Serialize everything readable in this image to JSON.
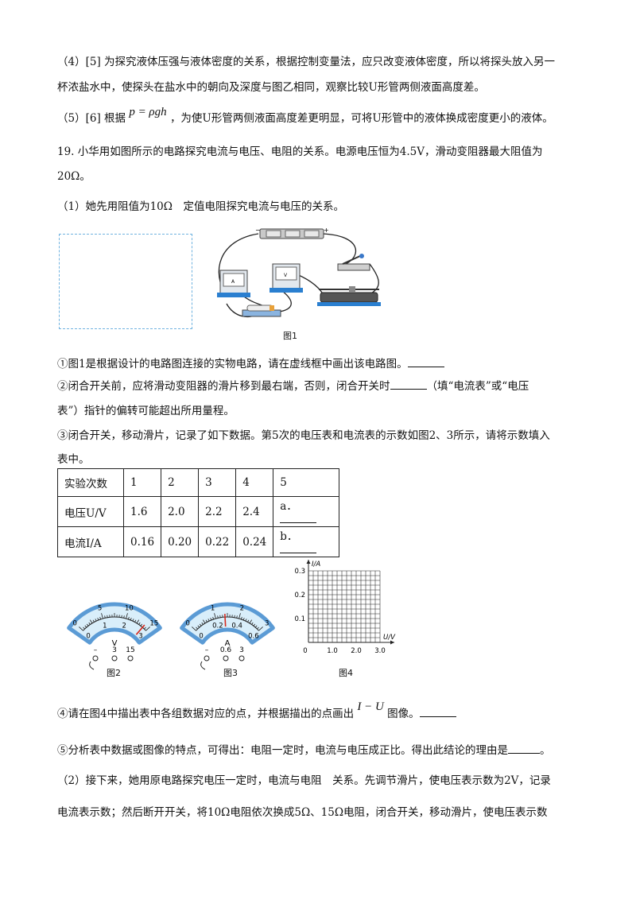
{
  "para4": {
    "l1": "（4）[5] 为探究液体压强与液体密度的关系，根据控制变量法，应只改变液体密度，所以将探头放入另一",
    "l2": "杯浓盐水中，使探头在盐水中的朝向及深度与图乙相同，观察比较U形管两侧液面高度差。"
  },
  "para5": {
    "pre": "（5）[6] 根据",
    "formula": "p = ρgh",
    "post": "，为使U形管两侧液面高度差更明显，可将U形管中的液体换成密度更小的液体。"
  },
  "q19": {
    "l1": "19. 小华用如图所示的电路探究电流与电压、电阻的关系。电源电压恒为4.5V，滑动变阻器最大阻值为",
    "l2": "20Ω。"
  },
  "sub1": "（1）她先用阻值为10Ω　定值电阻探究电流与电压的关系。",
  "fig1_caption": "图1",
  "item1": "①图1是根据设计的电路图连接的实物电路，请在虚线框中画出该电路图。",
  "item2": {
    "l1a": "②闭合开关前，应将滑动变阻器的滑片移到最右端，否则，闭合开关时",
    "l1b": "（填“电流表”或“电压",
    "l2": "表”）指针的偏转可能超出所用量程。"
  },
  "item3": {
    "l1": "③闭合开关，移动滑片，记录了如下数据。第5次的电压表和电流表的示数如图2、3所示，请将示数填入",
    "l2": "表中。"
  },
  "table": {
    "header": [
      "实验次数",
      "1",
      "2",
      "3",
      "4",
      "5"
    ],
    "row_u": {
      "label": "电压U/V",
      "values": [
        "1.6",
        "2.0",
        "2.2",
        "2.4"
      ],
      "blank_label": "a．"
    },
    "row_i": {
      "label": "电流I/A",
      "values": [
        "0.16",
        "0.20",
        "0.22",
        "0.24"
      ],
      "blank_label": "b．"
    }
  },
  "fig2": {
    "caption": "图2",
    "outer_ticks": [
      "0",
      "5",
      "10",
      "15"
    ],
    "inner_ticks": [
      "0",
      "1",
      "2",
      "3"
    ],
    "unit": "V",
    "terminals": [
      "–",
      "3",
      "15"
    ],
    "needle_reading": 2.8
  },
  "fig3": {
    "caption": "图3",
    "outer_ticks": [
      "0",
      "1",
      "2",
      "3"
    ],
    "inner_ticks": [
      "0",
      "0.2",
      "0.4",
      "0.6"
    ],
    "unit": "A",
    "terminals": [
      "–",
      "0.6",
      "3"
    ],
    "needle_reading": 0.28
  },
  "chart_data": {
    "type": "scatter",
    "title": "",
    "xlabel": "U/V",
    "ylabel": "I/A",
    "xlim": [
      0,
      3.0
    ],
    "ylim": [
      0,
      0.3
    ],
    "x_ticks": [
      "0",
      "1.0",
      "2.0",
      "3.0"
    ],
    "y_ticks": [
      "0.1",
      "0.2",
      "0.3"
    ],
    "grid": true,
    "points": [],
    "caption": "图4"
  },
  "item4": {
    "pre": "④请在图4中描出表中各组数据对应的点，并根据描出的点画出",
    "formula": "I − U",
    "post": "图像。"
  },
  "item5": "⑤分析表中数据或图像的特点，可得出：电阻一定时，电流与电压成正比。得出此结论的理由是",
  "item5_end": "。",
  "sub2": {
    "l1": "（2）接下来，她用原电路探究电压一定时，电流与电阻　关系。先调节滑片，使电压表示数为2V，记录",
    "l2": "电流表示数；然后断开开关，将10Ω电阻依次换成5Ω、15Ω电阻，闭合开关，移动滑片，使电压表示数"
  },
  "colors": {
    "meter_border": "#5b9bd5",
    "meter_bg": "#d9eefa",
    "needle": "#d62a1e",
    "dashed_box": "#6fb2e0"
  }
}
